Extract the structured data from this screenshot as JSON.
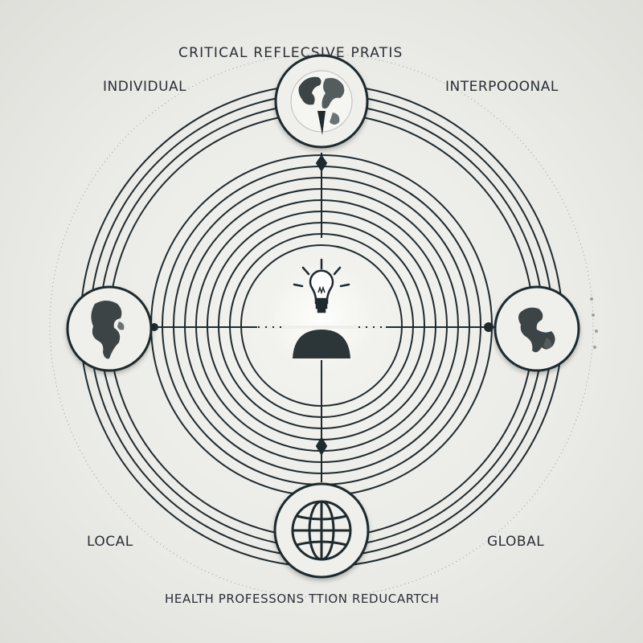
{
  "title": "CRITICAL REFLECSIVE PRATIS",
  "corners": {
    "top_left": "INDIVIDUAL",
    "top_right": "INTERPOOONAL",
    "bottom_left": "LOCAL",
    "bottom_right": "GLOBAL"
  },
  "footer": "HEALTH PROFESSONS  TTION REDUCARTCH",
  "nodes": {
    "top": "world-map-icon",
    "left": "continent-map-icon",
    "right": "continent-map-icon",
    "bottom": "globe-icon",
    "center": "lightbulb-person-icon"
  },
  "colors": {
    "line": "#1f2a2e",
    "accent": "#2c3b3d",
    "background": "#ecece8"
  }
}
